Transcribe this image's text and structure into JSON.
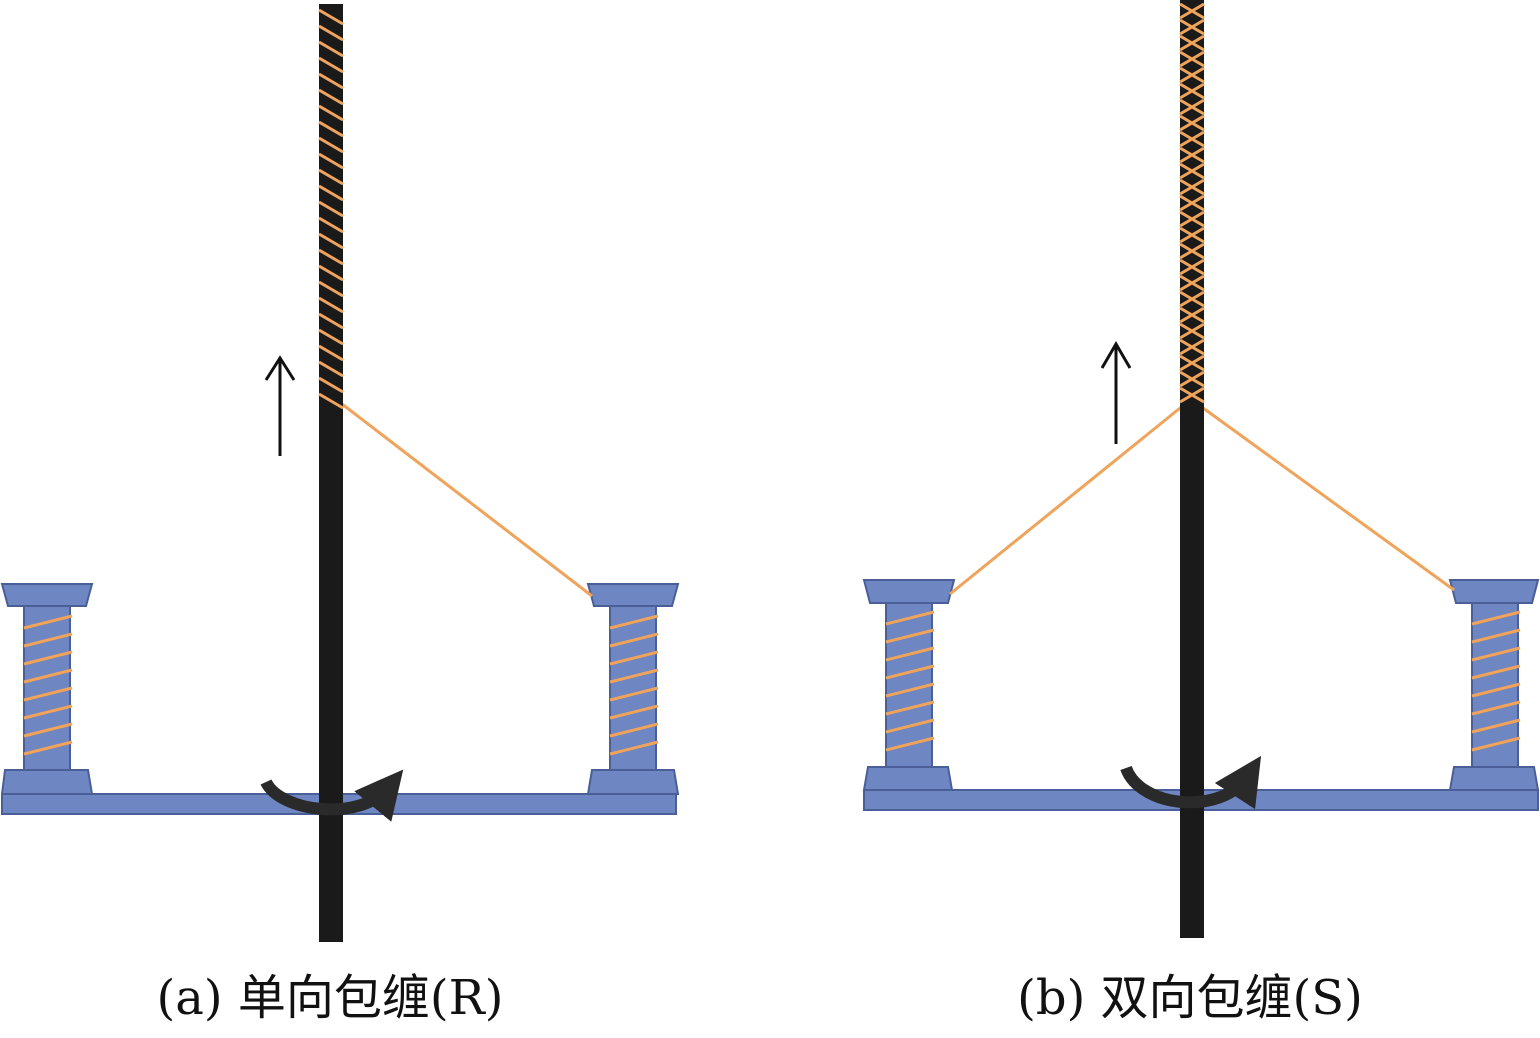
{
  "colors": {
    "core": "#1a1a1a",
    "yarn": "#f0a35a",
    "machine": "#6e86c1",
    "machine_edge": "#4a5f97",
    "rotation_arrow": "#2a2a2a",
    "background": "#ffffff"
  },
  "panels": [
    {
      "id": "a",
      "caption": "(a) 单向包缠(R)",
      "wrapping": "single-direction",
      "bobbins_feeding": 1
    },
    {
      "id": "b",
      "caption": "(b) 双向包缠(S)",
      "wrapping": "double-direction",
      "bobbins_feeding": 2
    }
  ],
  "icons": {
    "take_up_direction": "up-arrow-icon",
    "rotation": "curved-rotation-arrow-icon"
  }
}
